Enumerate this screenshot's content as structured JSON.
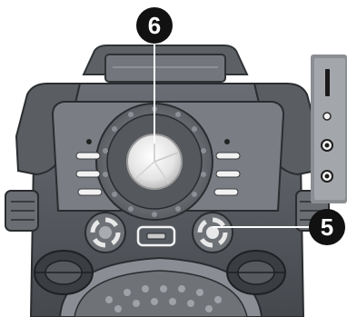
{
  "figure": {
    "subject": "speaker-top-control-panel",
    "callouts": [
      {
        "id": "callout-6",
        "label": "6"
      },
      {
        "id": "callout-5",
        "label": "5"
      }
    ]
  },
  "colors": {
    "body_dark": "#4a4d52",
    "body_mid": "#6b6f75",
    "body_light": "#8a8e94",
    "panel": "#8c8f94",
    "knob_face": "#e6e6e6",
    "led": "#f2f2f2",
    "callout_fill": "#111111",
    "callout_text": "#ffffff"
  },
  "icons": {
    "main_knob": "volume-knob-icon",
    "usb_port": "usb-port-icon",
    "sd_slot": "sd-card-slot-icon"
  }
}
